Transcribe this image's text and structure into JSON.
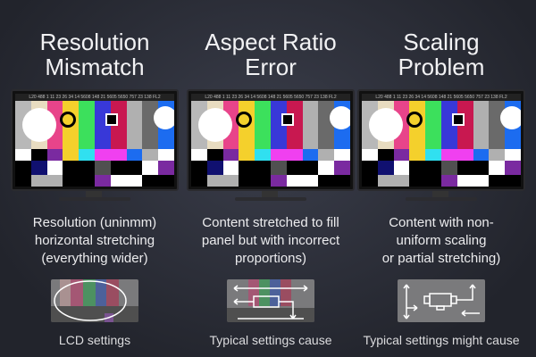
{
  "pattern_colors": {
    "bars": [
      "#b8b8b8",
      "#e8dcc0",
      "#e8448a",
      "#f4d02c",
      "#3ce05c",
      "#3838d8",
      "#c81850",
      "#b0b0b0",
      "#6a6a6a",
      "#1c6cf0"
    ],
    "row1": [
      "#fff",
      "#000",
      "#7a2aa0",
      "#f4d02c",
      "#30e0f0",
      "#f040f0",
      "#f040f0",
      "#1c6cf0",
      "#b0b0b0",
      "#fff"
    ],
    "row2": [
      "#000",
      "#101070",
      "#fff",
      "#000",
      "#000",
      "#505050",
      "#000",
      "#000",
      "#fff",
      "#7a2aa0"
    ],
    "row3": [
      "#000",
      "#b0b0b0",
      "#b0b0b0",
      "#000",
      "#000",
      "#7a2aa0",
      "#fff",
      "#fff",
      "#000",
      "#000"
    ]
  },
  "strip_text": "L20 488 1 11 23 26 34 14 5608 148 21 5605 5650 757 23 138 FL2",
  "columns": [
    {
      "title": "Resolution Mismatch",
      "desc": [
        "Resolution (uninmm)",
        "horizontal stretching",
        "(everything wider)"
      ],
      "footer": "LCD settings"
    },
    {
      "title": "Aspect Ratio Error",
      "desc": [
        "Content stretched to fill",
        "panel but with incorrect",
        "proportions)"
      ],
      "footer": "Typical settings cause"
    },
    {
      "title": "Scaling Problem",
      "desc": [
        "Content with non-",
        "uniform scaling",
        "or partial stretching)"
      ],
      "footer": "Typical settings might cause"
    }
  ]
}
